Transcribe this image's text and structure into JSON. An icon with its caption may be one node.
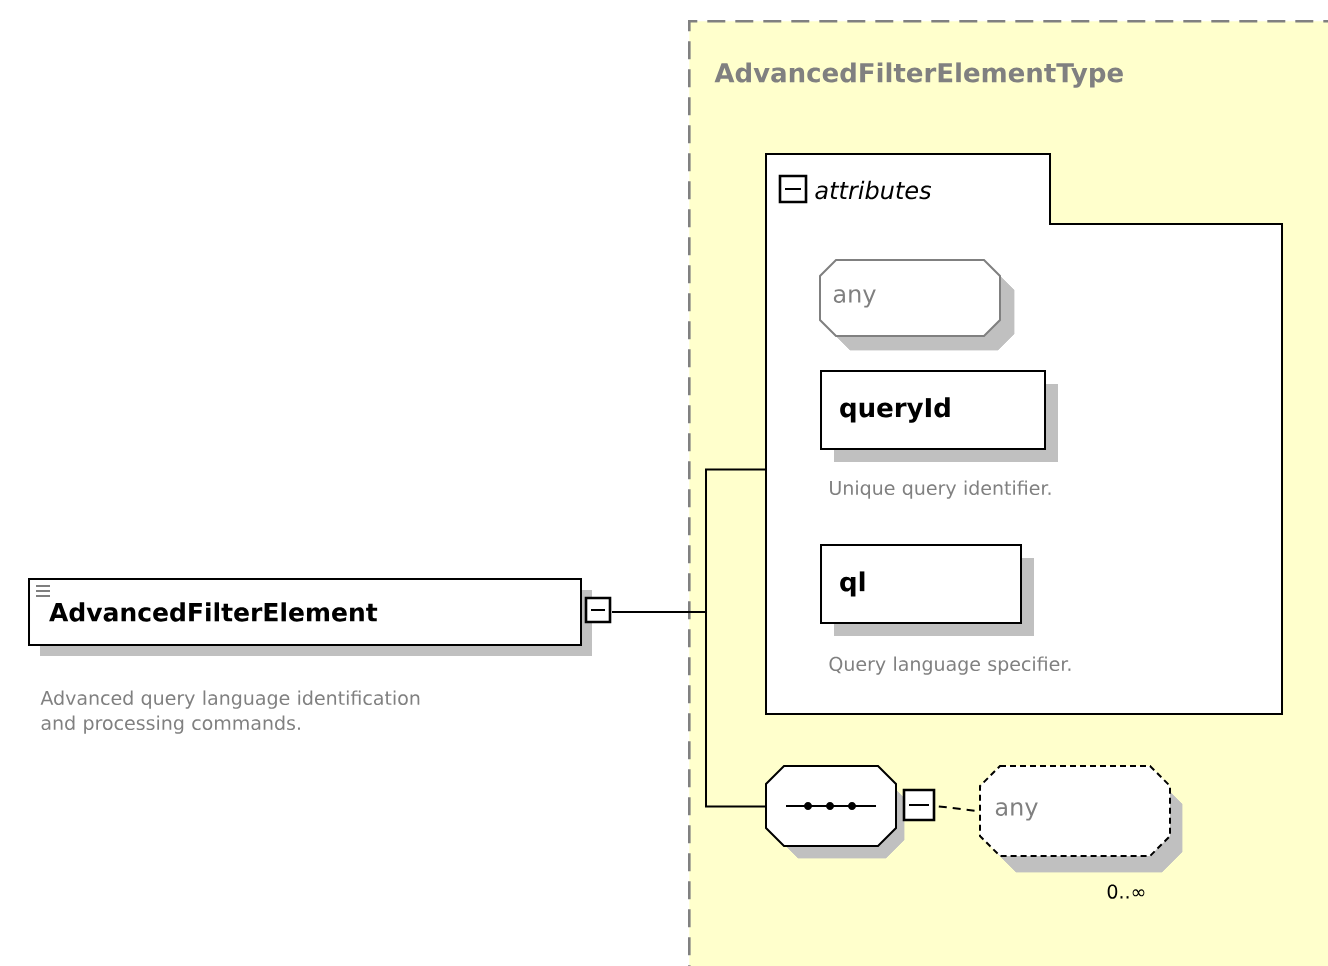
{
  "diagram": {
    "nodes": [
      {
        "text": [
          "AdvancedFilterElement"
        ],
        "beside": [
          "Advanced query language identification and processing commands."
        ]
      },
      {
        "text": [
          "AdvancedFilterElementType"
        ]
      },
      {
        "text": [
          "attributes"
        ],
        "in": 1
      },
      {
        "text": [
          "any"
        ],
        "in": 2
      },
      {
        "text": [
          "queryId"
        ],
        "in": 2,
        "beside": [
          "Unique query identifier."
        ]
      },
      {
        "text": [
          "ql"
        ],
        "in": 2,
        "beside": [
          "Query language specifier."
        ]
      },
      {
        "text": [],
        "shape": "octagon",
        "in": 1
      },
      {
        "text": [
          "any"
        ],
        "in": 1,
        "beside": [
          "0..∞"
        ]
      }
    ],
    "edges": [
      {
        "from": 0,
        "to": 2,
        "arrow": "none"
      },
      {
        "from": 0,
        "to": 6,
        "arrow": "none"
      },
      {
        "from": 6,
        "to": 7,
        "arrow": "none",
        "style": "dashed"
      }
    ]
  }
}
